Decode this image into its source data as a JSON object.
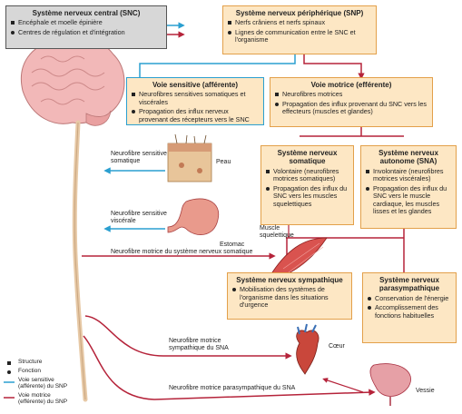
{
  "snc": {
    "title": "Système nerveux central (SNC)",
    "items": [
      "Encéphale et moelle épinière",
      "Centres de régulation et d'intégration"
    ]
  },
  "snp": {
    "title": "Système nerveux périphérique (SNP)",
    "items": [
      "Nerfs crâniens et nerfs spinaux",
      "Lignes de communication entre le SNC et l'organisme"
    ]
  },
  "sensory": {
    "title": "Voie sensitive (afférente)",
    "items": [
      "Neurofibres sensitives somatiques et viscérales",
      "Propagation des influx nerveux provenant des récepteurs vers le SNC"
    ]
  },
  "motor": {
    "title": "Voie motrice (efférente)",
    "items": [
      "Neurofibres motrices",
      "Propagation des influx provenant du SNC vers les effecteurs (muscles et glandes)"
    ]
  },
  "somatic": {
    "title": "Système nerveux somatique",
    "items": [
      "Volontaire (neurofibres motrices somatiques)",
      "Propagation des influx du SNC vers les muscles squelettiques"
    ]
  },
  "autonomic": {
    "title": "Système nerveux autonome (SNA)",
    "items": [
      "Involontaire (neurofibres motrices viscérales)",
      "Propagation des influx du SNC vers le muscle cardiaque, les muscles lisses et les glandes"
    ]
  },
  "sympathetic": {
    "title": "Système nerveux sympathique",
    "items": [
      "Mobilisation des systèmes de l'organisme dans les situations d'urgence"
    ]
  },
  "parasympathetic": {
    "title": "Système nerveux parasympathique",
    "items": [
      "Conservation de l'énergie",
      "Accomplissement des fonctions habituelles"
    ]
  },
  "labels": {
    "somatic_sensory": "Neurofibre sensitive somatique",
    "skin": "Peau",
    "visceral_sensory": "Neurofibre sensitive viscérale",
    "stomach": "Estomac",
    "skeletal_muscle": "Muscle squelettique",
    "somatic_motor": "Neurofibre motrice du système nerveux somatique",
    "sympathetic_motor": "Neurofibre motrice sympathique du SNA",
    "heart": "Cœur",
    "parasympathetic_motor": "Neurofibre motrice parasympathique du SNA",
    "bladder": "Vessie"
  },
  "legend": {
    "structure": "Structure",
    "function": "Fonction",
    "sensory": "Voie sensitive (afférente) du SNP",
    "motor": "Voie motrice (efférente) du SNP"
  },
  "colors": {
    "sensory_line": "#2a9fd0",
    "motor_line": "#b5233a",
    "box_fill": "#fde7c4",
    "box_border": "#e3a04a",
    "snc_fill": "#d7d7d7"
  }
}
